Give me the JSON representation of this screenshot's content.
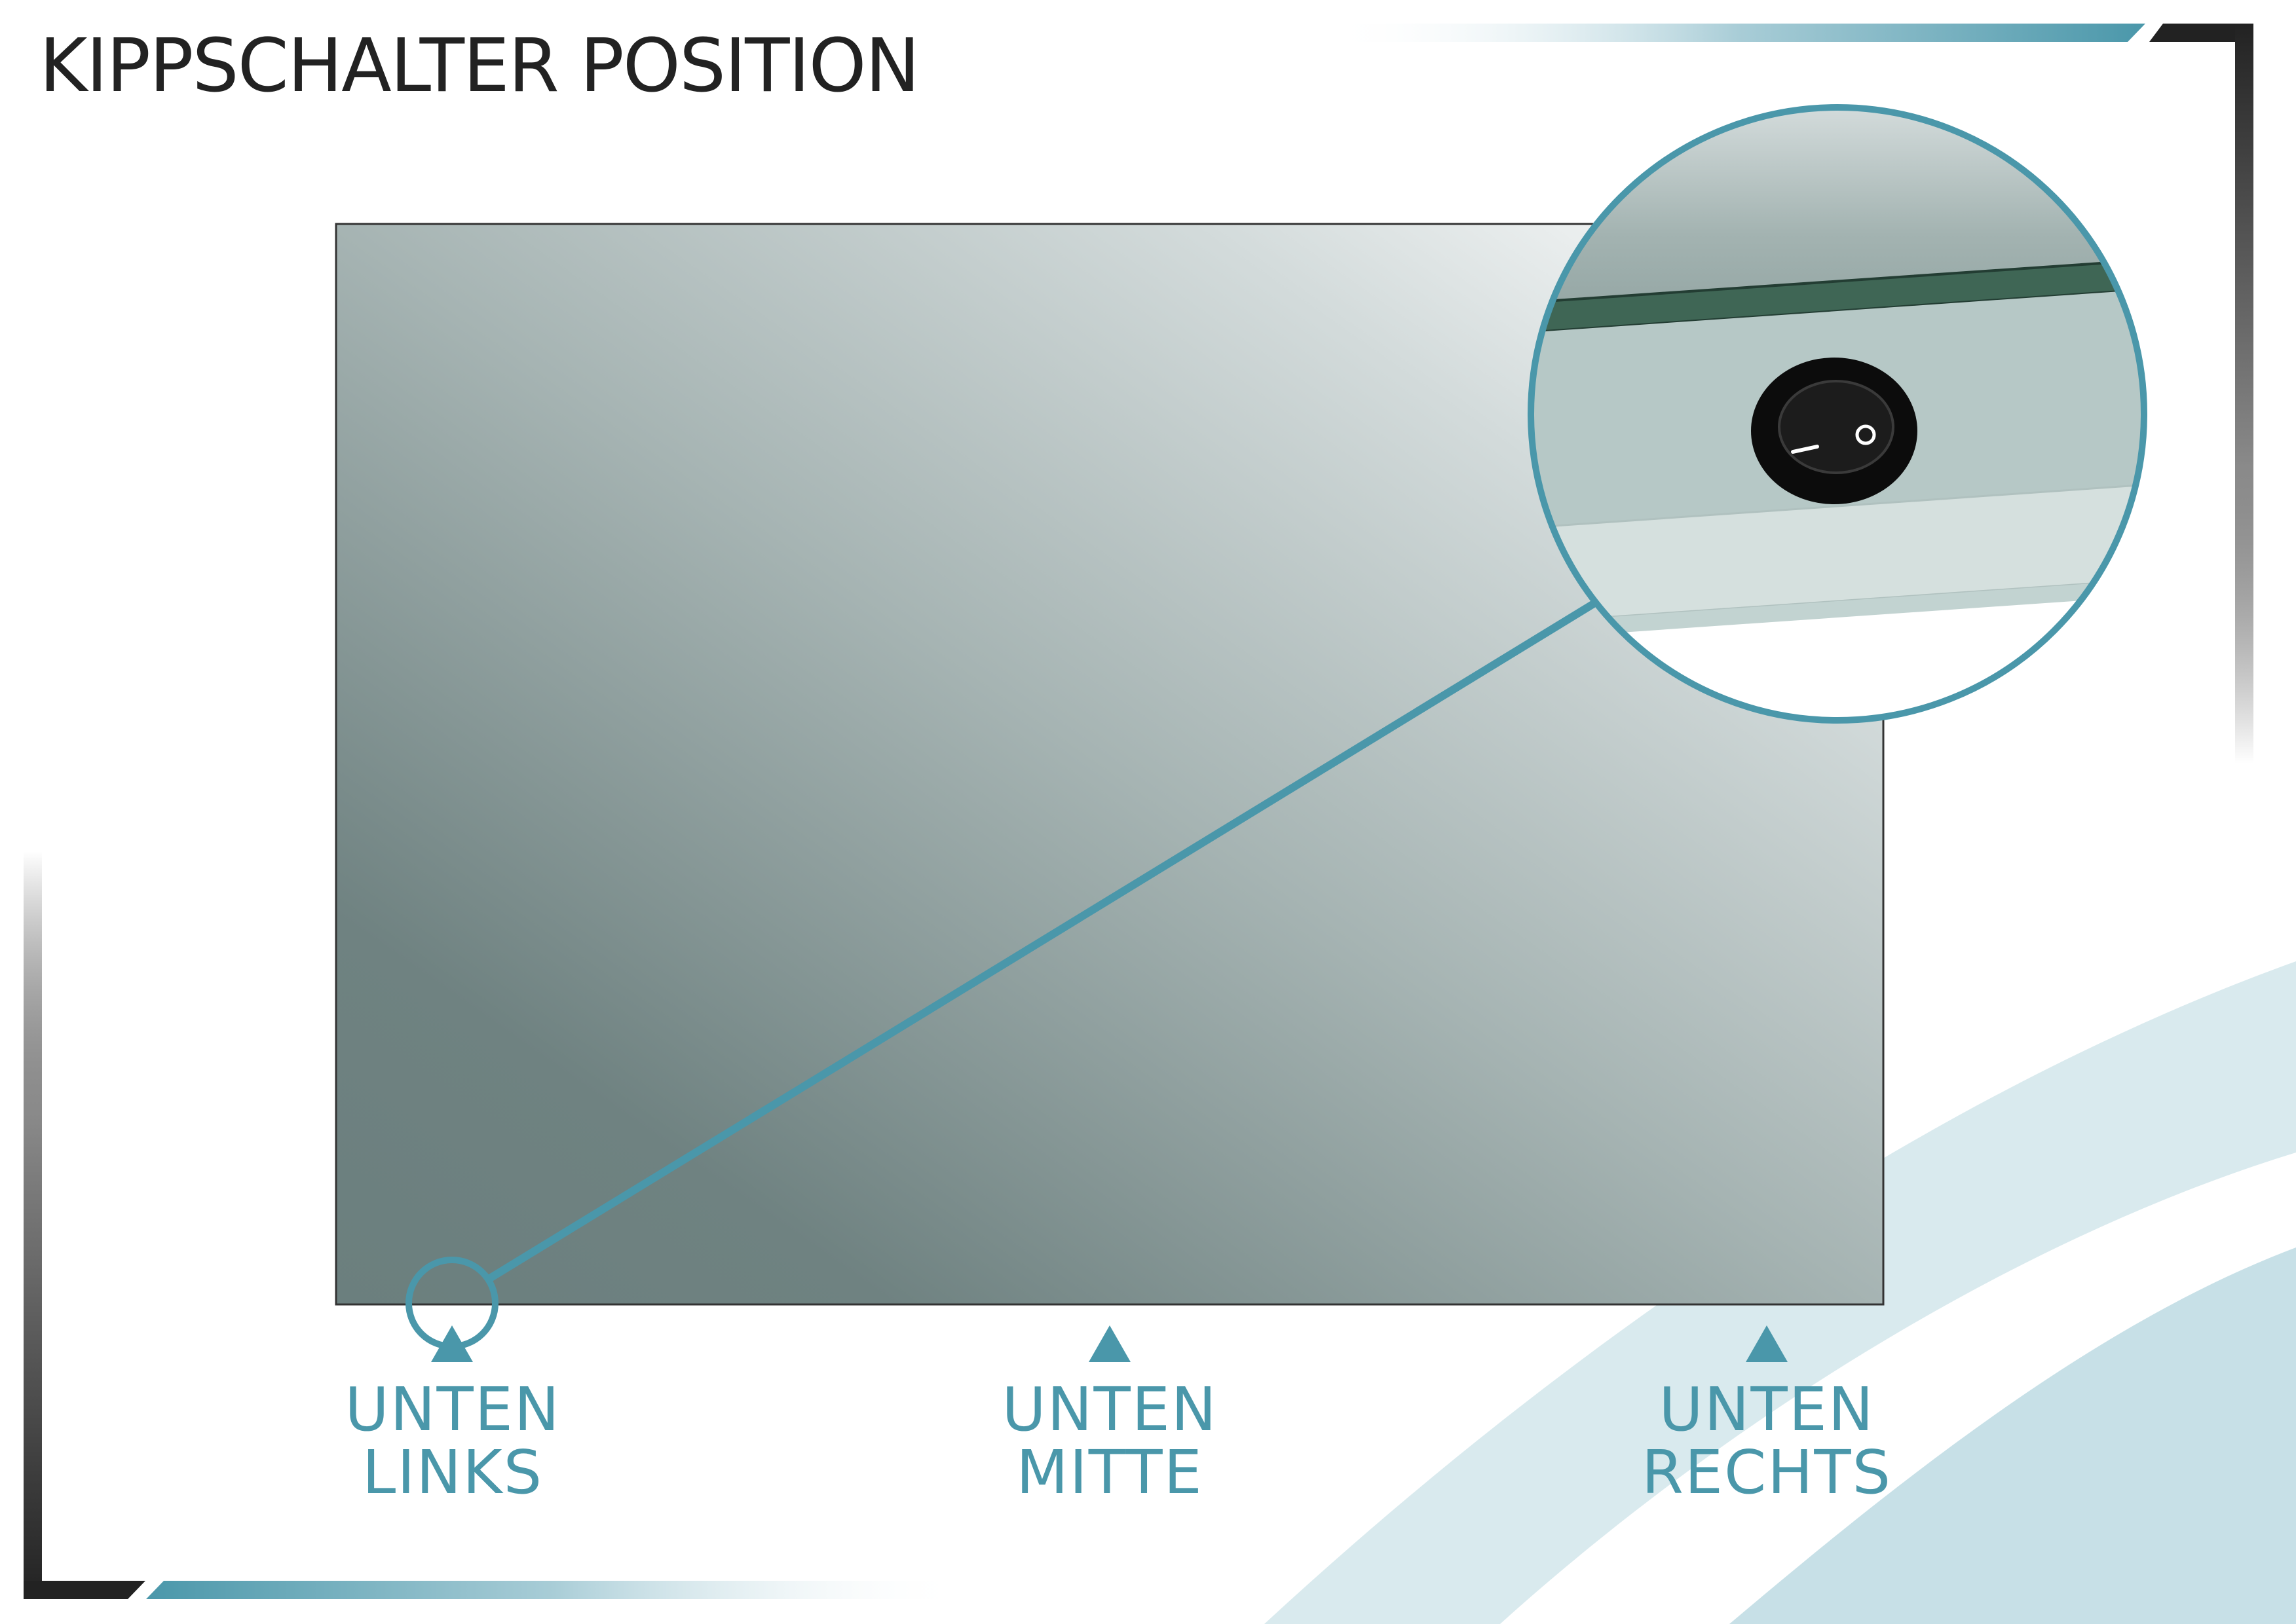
{
  "title": "KIPPSCHALTER POSITION",
  "positions": [
    {
      "line1": "UNTEN",
      "line2": "LINKS",
      "highlighted": true
    },
    {
      "line1": "UNTEN",
      "line2": "MITTE",
      "highlighted": false
    },
    {
      "line1": "UNTEN",
      "line2": "RECHTS",
      "highlighted": false
    }
  ],
  "switch": {
    "on_symbol": "I",
    "off_symbol": "O"
  },
  "icons": [
    "triangle-up-marker-icon",
    "rocker-switch-icon"
  ],
  "colors": {
    "accent": "#4a97aa",
    "frame": "#222222",
    "mirror_dark": "#6b7f7e",
    "mirror_light": "#ffffff",
    "switch_strip": "#b6c8c6",
    "top_edge": "#3f6655",
    "swoosh": "#d2e5ea"
  }
}
